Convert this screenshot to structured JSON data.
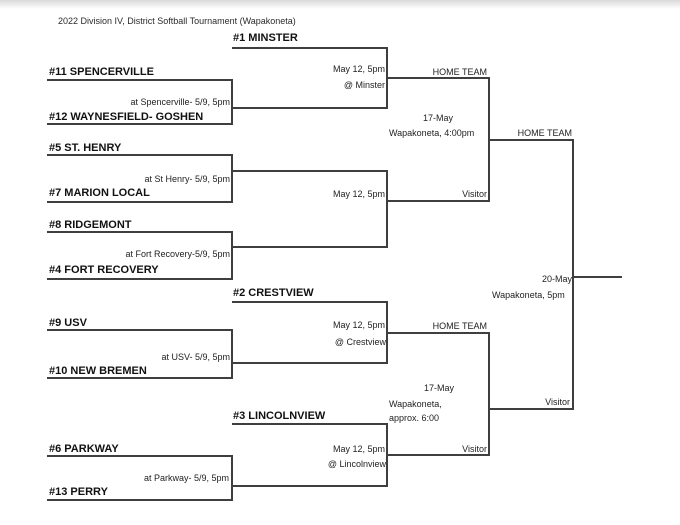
{
  "page": {
    "title": "2022 Division IV, District Softball Tournament (Wapakoneta)"
  },
  "bracket": {
    "round1_games": [
      {
        "top_team": "#11 SPENCERVILLE",
        "bottom_team": "#12 WAYNESFIELD- GOSHEN",
        "detail": "at Spencerville- 5/9, 5pm"
      },
      {
        "top_team": "#5 ST. HENRY",
        "bottom_team": "#7 MARION LOCAL",
        "detail": "at St Henry- 5/9, 5pm"
      },
      {
        "top_team": "#8 RIDGEMONT",
        "bottom_team": "#4 FORT RECOVERY",
        "detail": "at Fort Recovery-5/9, 5pm"
      },
      {
        "top_team": "#9 USV",
        "bottom_team": "#10 NEW BREMEN",
        "detail": "at USV- 5/9, 5pm"
      },
      {
        "top_team": "#6 PARKWAY",
        "bottom_team": "#13 PERRY",
        "detail": "at Parkway- 5/9, 5pm"
      }
    ],
    "round2_games": [
      {
        "seed_team": "#1 MINSTER",
        "time": "May 12, 5pm",
        "venue": "@ Minster",
        "advance_slot": "HOME TEAM"
      },
      {
        "seed_team": "",
        "time": "May 12, 5pm",
        "venue": "",
        "advance_slot": "Visitor"
      },
      {
        "seed_team": "#2 CRESTVIEW",
        "time": "May 12, 5pm",
        "venue": "@ Crestview",
        "advance_slot": "HOME TEAM"
      },
      {
        "seed_team": "#3 LINCOLNVIEW",
        "time": "May 12, 5pm",
        "venue": "@ Lincolnview",
        "advance_slot": "Visitor"
      }
    ],
    "semifinal_games": [
      {
        "date": "17-May",
        "info_line1": "Wapakoneta, 4:00pm",
        "info_line2": "",
        "advance_slot": "HOME TEAM"
      },
      {
        "date": "17-May",
        "info_line1": "Wapakoneta,",
        "info_line2": "approx. 6:00",
        "advance_slot": "Visitor"
      }
    ],
    "final_game": {
      "date": "20-May",
      "info": "Wapakoneta, 5pm"
    }
  }
}
